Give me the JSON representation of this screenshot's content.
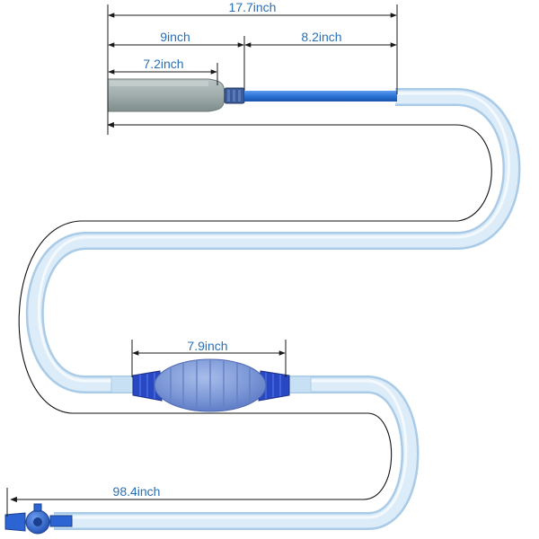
{
  "dimensions": {
    "total_top": "17.7inch",
    "gravel_tube_and_connector": "9inch",
    "rigid_tube": "8.2inch",
    "gravel_tube": "7.2inch",
    "bulb": "7.9inch",
    "hose_length": "98.4inch"
  },
  "colors": {
    "label_text": "#2a6fb6",
    "hose_fill": "#dcecf8",
    "hose_edge": "#a9cbe8",
    "rigid_tube": "#2b73d6",
    "cylinder": "#a4b1b0",
    "bulb": "#7b97d6",
    "bulb_ends": "#2748c2",
    "valve": "#2c64d3"
  },
  "icons": [
    "aquarium-siphon-gravel-cleaner",
    "hand-pump-bulb",
    "flow-control-valve"
  ]
}
